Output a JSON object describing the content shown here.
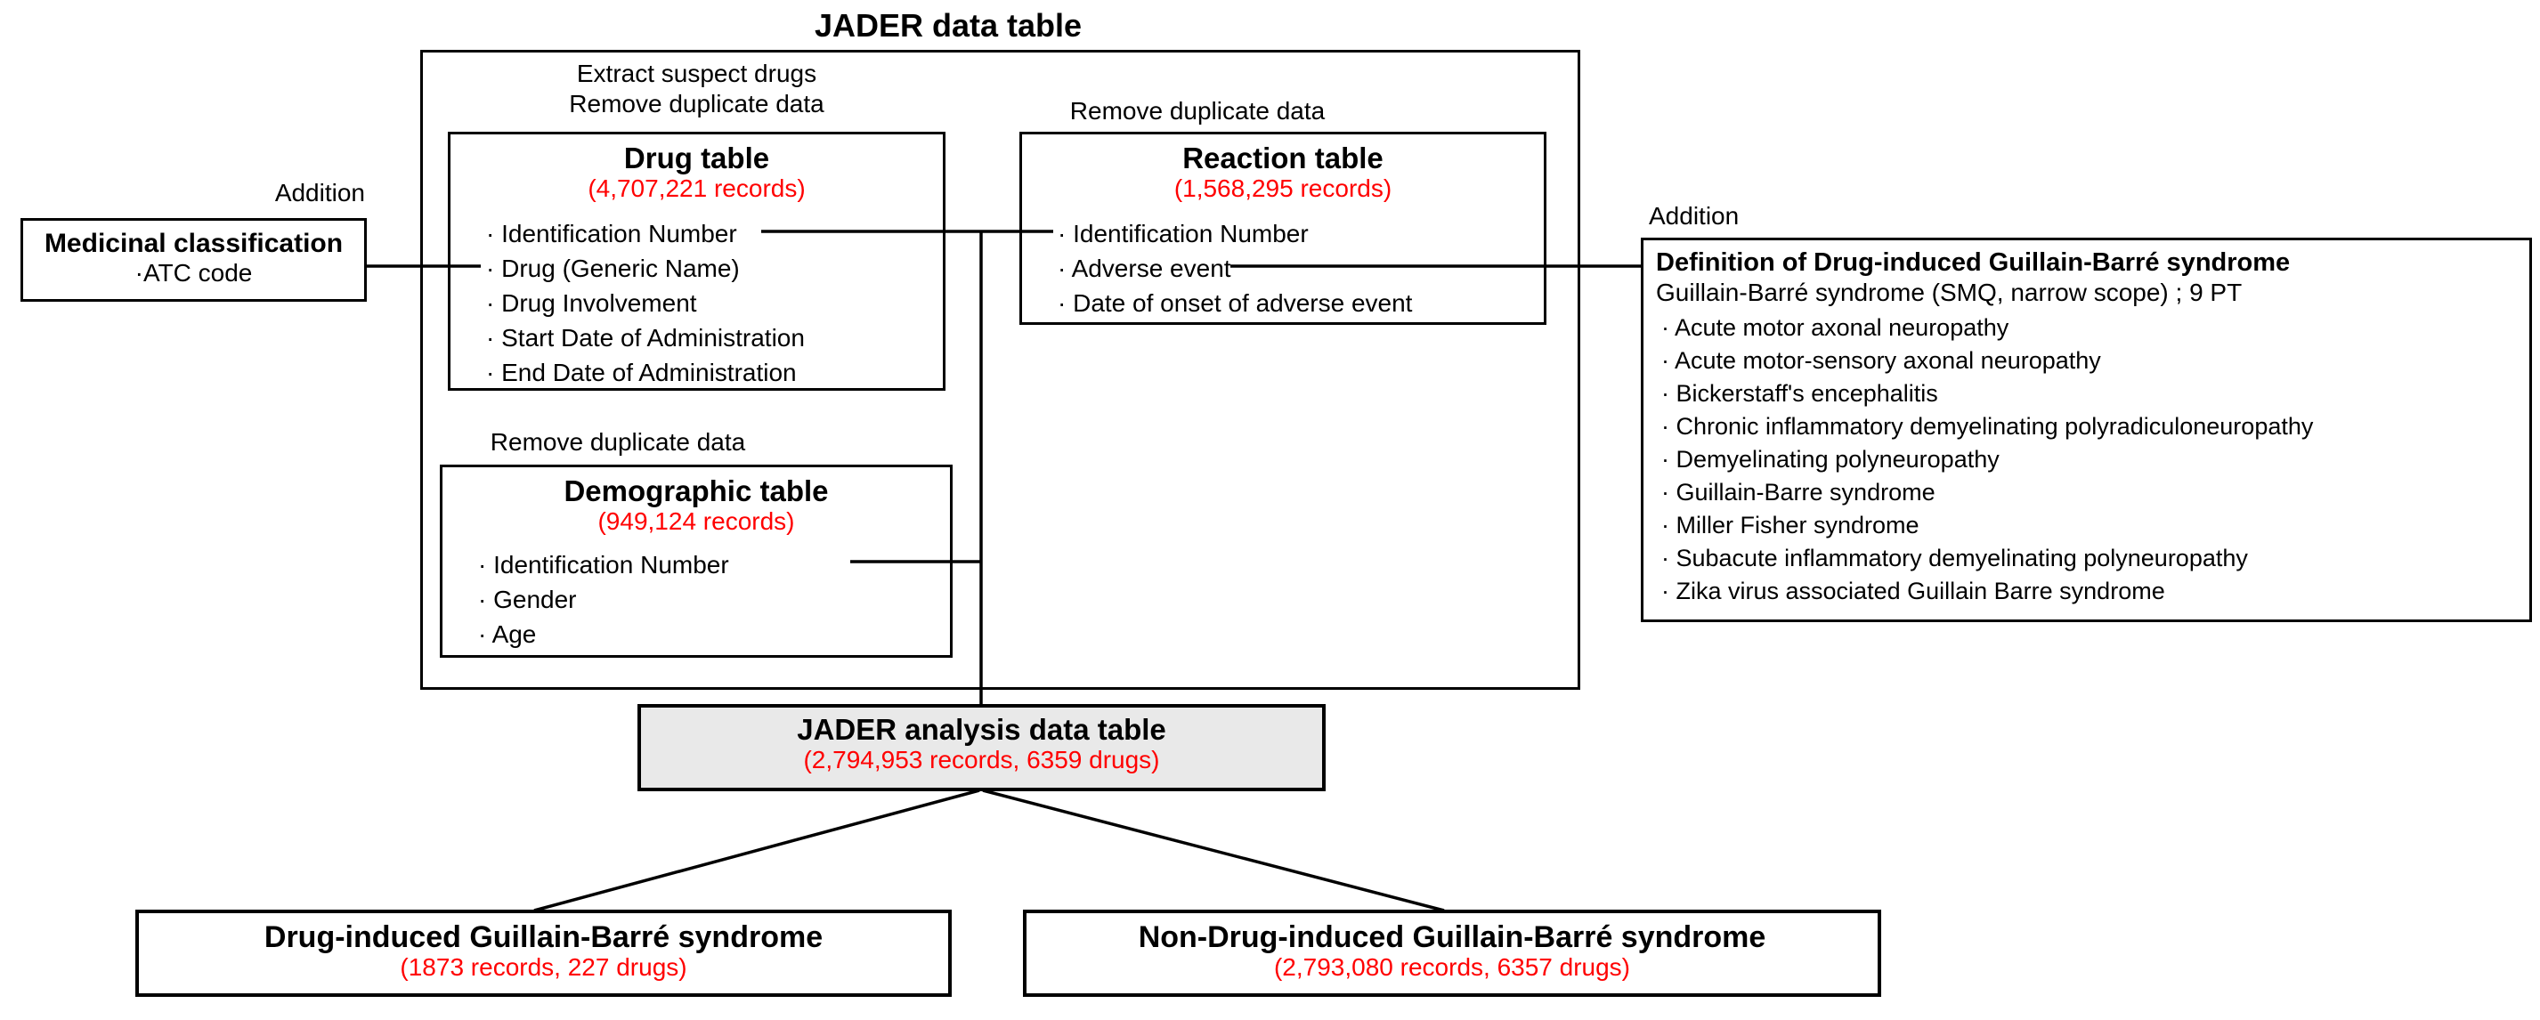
{
  "diagram_title": "JADER data table",
  "colors": {
    "accent_red": "#ff0000",
    "line_black": "#000000",
    "analysis_box_bg": "#e9e9e9"
  },
  "labels": {
    "extract_suspect_drugs": "Extract suspect drugs",
    "remove_duplicate_data": "Remove duplicate data",
    "addition_left": "Addition",
    "addition_right": "Addition"
  },
  "medicinal_box": {
    "title": "Medicinal classification",
    "item": "ATC code"
  },
  "drug_table": {
    "title": "Drug table",
    "records": "(4,707,221 records)",
    "items": [
      "Identification Number",
      "Drug (Generic Name)",
      "Drug Involvement",
      "Start Date of Administration",
      "End Date of Administration"
    ]
  },
  "reaction_table": {
    "title": "Reaction table",
    "records": "(1,568,295 records)",
    "items": [
      "Identification Number",
      "Adverse event",
      "Date of onset of adverse event"
    ]
  },
  "demographic_table": {
    "title": "Demographic table",
    "records": "(949,124 records)",
    "items": [
      "Identification Number",
      "Gender",
      "Age"
    ]
  },
  "definition_box": {
    "title": "Definition of Drug-induced Guillain-Barré syndrome",
    "subtitle": "Guillain-Barré syndrome (SMQ, narrow scope) ; 9 PT",
    "items": [
      "Acute motor axonal neuropathy",
      "Acute motor-sensory axonal neuropathy",
      "Bickerstaff's encephalitis",
      "Chronic inflammatory demyelinating polyradiculoneuropathy",
      "Demyelinating polyneuropathy",
      "Guillain-Barre syndrome",
      "Miller Fisher syndrome",
      "Subacute inflammatory demyelinating polyneuropathy",
      "Zika virus associated Guillain Barre syndrome"
    ]
  },
  "analysis_box": {
    "title": "JADER analysis data table",
    "records": "(2,794,953 records, 6359 drugs)"
  },
  "outcome_left": {
    "title": "Drug-induced Guillain-Barré syndrome",
    "records": "(1873 records, 227 drugs)"
  },
  "outcome_right": {
    "title": "Non-Drug-induced Guillain-Barré syndrome",
    "records": "(2,793,080 records, 6357 drugs)"
  }
}
